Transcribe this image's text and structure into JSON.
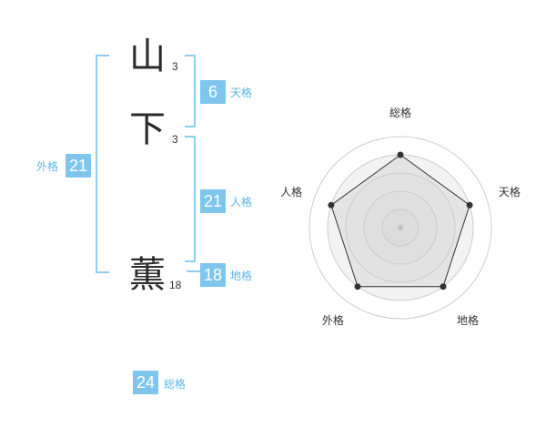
{
  "name": {
    "characters": [
      {
        "char": "山",
        "strokes": "3"
      },
      {
        "char": "下",
        "strokes": "3"
      },
      {
        "char": "薫",
        "strokes": "18"
      }
    ]
  },
  "fortunes": {
    "tenkaku": {
      "value": "6",
      "label": "天格"
    },
    "jinkaku": {
      "value": "21",
      "label": "人格"
    },
    "chikaku": {
      "value": "18",
      "label": "地格"
    },
    "gaikaku": {
      "value": "21",
      "label": "外格"
    },
    "soukaku": {
      "value": "24",
      "label": "総格"
    }
  },
  "colors": {
    "badge": "#7fc6ef",
    "bracket": "#8ccdf1",
    "label": "#5bb6e8",
    "radar_fill": "#ececec",
    "radar_point": "#333333"
  },
  "chart_data": {
    "type": "radar",
    "axes": [
      "総格",
      "天格",
      "地格",
      "外格",
      "人格"
    ],
    "values": [
      4,
      4,
      4,
      4,
      4
    ],
    "range": [
      0,
      5
    ],
    "rings": 5
  }
}
